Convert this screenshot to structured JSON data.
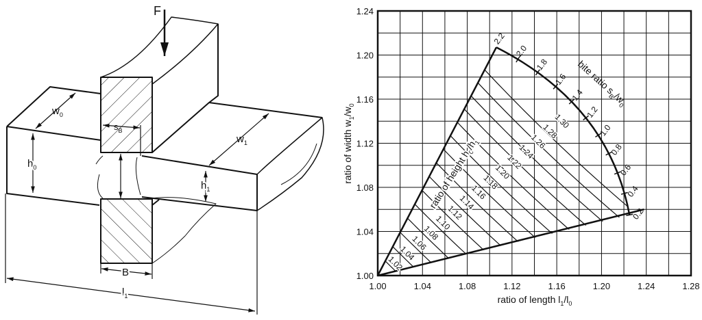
{
  "figure": {
    "left_labels": {
      "force": "F",
      "w0": {
        "main": "w",
        "sub": "0"
      },
      "sB": {
        "main": "s",
        "sub": "B"
      },
      "w1": {
        "main": "w",
        "sub": "1"
      },
      "h0": {
        "main": "h",
        "sub": "0"
      },
      "h1": {
        "main": "h",
        "sub": "1"
      },
      "B": "B",
      "l1": {
        "main": "l",
        "sub": "1"
      }
    }
  },
  "chart_data": {
    "type": "nomogram",
    "xlabel": {
      "main": "ratio of length l",
      "sub1": "1",
      "mid": "/l",
      "sub2": "0"
    },
    "ylabel": {
      "main": "ratio of width w",
      "sub1": "1",
      "mid": "/w",
      "sub2": "0"
    },
    "xlim": [
      1.0,
      1.28
    ],
    "ylim": [
      1.0,
      1.24
    ],
    "grid": true,
    "x_ticks": [
      "1.00",
      "1.04",
      "1.08",
      "1.12",
      "1.16",
      "1.20",
      "1.24",
      "1.28"
    ],
    "y_ticks": [
      "1.00",
      "1.04",
      "1.08",
      "1.12",
      "1.16",
      "1.20",
      "1.24"
    ],
    "region": {
      "origin": [
        1.0,
        1.0
      ],
      "apex": [
        1.106,
        1.207
      ],
      "curve_mid": [
        1.186,
        1.143
      ],
      "curve_end": [
        1.225,
        1.055
      ],
      "bottom_end": [
        1.238,
        1.06
      ]
    },
    "bite_ratio": {
      "title": {
        "main": "bite ratio s",
        "sub1": "B",
        "mid": "/w",
        "sub2": "0"
      },
      "values": [
        "2.2",
        "2.0",
        "1.8",
        "1.6",
        "1.4",
        "1.2",
        "1.0",
        "0.8",
        "0.6",
        "0.4",
        "0.2"
      ]
    },
    "height_ratio": {
      "title": {
        "main": "ratio of height h",
        "sub1": "0",
        "mid": "/h",
        "sub2": "1"
      },
      "values": [
        "1.02",
        "1.04",
        "1.06",
        "1.08",
        "1.10",
        "1.12",
        "1.14",
        "1.16",
        "1.18",
        "1.20",
        "1.22",
        "1.24",
        "1.26",
        "1.28",
        "1.30"
      ]
    }
  }
}
